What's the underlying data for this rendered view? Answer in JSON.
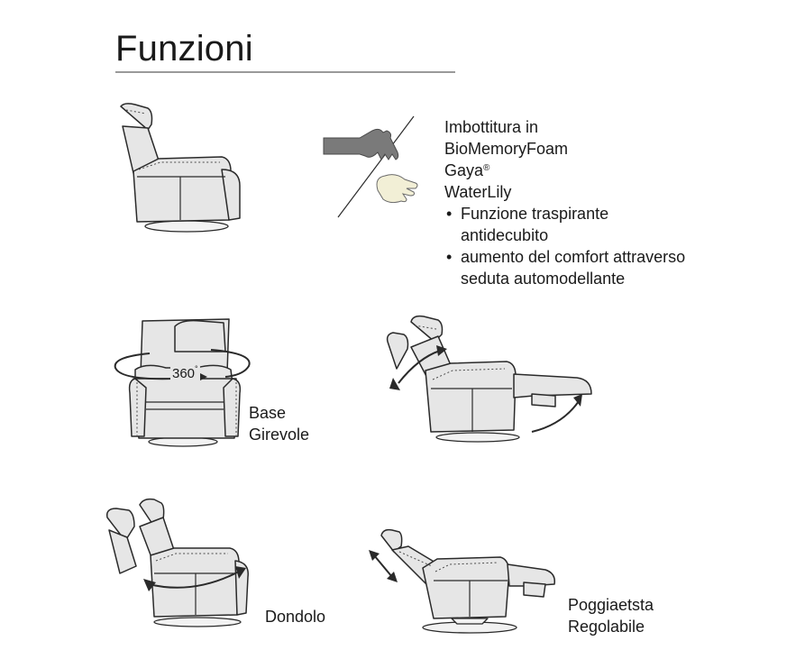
{
  "title": "Funzioni",
  "features": {
    "memory_foam": {
      "lines": [
        "Imbottitura in",
        "BioMemoryFoam"
      ],
      "brand": "Gaya",
      "brand_mark": "®",
      "product": "WaterLily",
      "bullets": [
        [
          "Funzione traspirante",
          "antidecubito"
        ],
        [
          "aumento del comfort attraverso",
          "seduta automodellante"
        ]
      ]
    },
    "swivel": {
      "badge": "360",
      "badge_mark": "°",
      "label": [
        "Base",
        "Girevole"
      ]
    },
    "rocking": {
      "label": [
        "Dondolo"
      ]
    },
    "headrest": {
      "label": [
        "Poggiaetsta",
        "Regolabile"
      ]
    }
  },
  "colors": {
    "chair_fill": "#e6e6e6",
    "outline": "#2a2a2a",
    "rule": "#9a9a9a",
    "hand": "#7a7a7a"
  },
  "icons": [
    "recliner-side-icon",
    "hand-pressing-foam-icon",
    "swivel-base-icon",
    "recline-footrest-icon",
    "rocking-chair-icon",
    "adjustable-headrest-icon"
  ]
}
